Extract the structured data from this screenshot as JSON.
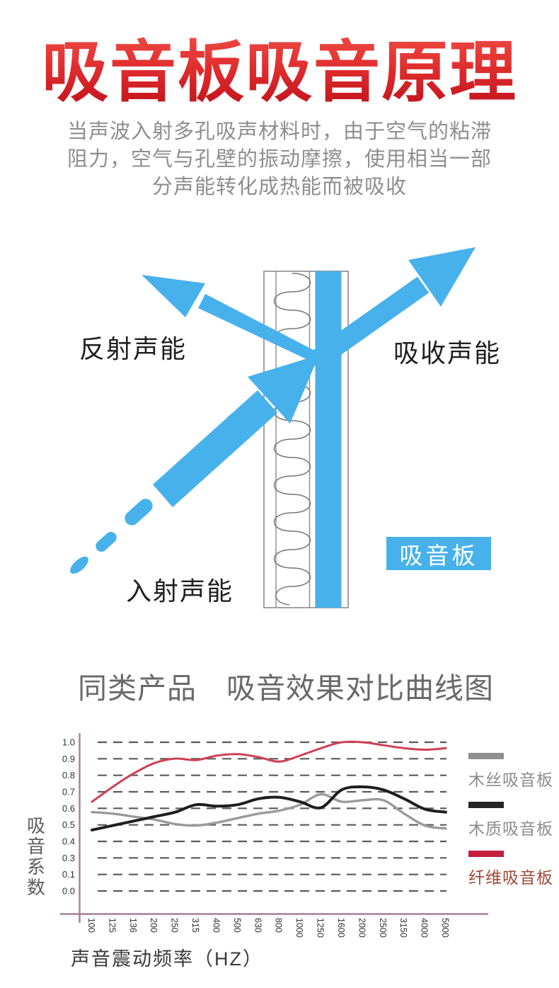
{
  "theme": {
    "arrow_blue": "#47b1ec",
    "axis_purple": "#a57e9a",
    "gridline_gray": "#5a5a5a",
    "title_red_top": "#f4574e",
    "title_red_bottom": "#bd0e18",
    "panel_border_gray": "#8a8a8a"
  },
  "header": {
    "title": "吸音板吸音原理",
    "intro": "当声波入射多孔吸声材料时，由于空气的粘滞\n阻力，空气与孔壁的振动摩擦，使用相当一部\n分声能转化成热能而被吸收"
  },
  "diagram": {
    "reflected_label": "反射声能",
    "absorbed_label": "吸收声能",
    "incident_label": "入射声能",
    "panel_badge": "吸音板"
  },
  "chart_section": {
    "title": "同类产品　吸音效果对比曲线图"
  },
  "chart_data": {
    "type": "line",
    "title": "同类产品 吸音效果对比曲线图",
    "xlabel": "声音震动频率（HZ）",
    "ylabel": "吸音系数",
    "categories": [
      "100",
      "125",
      "136",
      "200",
      "250",
      "315",
      "400",
      "500",
      "630",
      "800",
      "1000",
      "1250",
      "1600",
      "2000",
      "2500",
      "3150",
      "4000",
      "5000"
    ],
    "y_tick_labels": [
      "1.0",
      "0.9",
      "0.8",
      "0.7",
      "0.6",
      "0.5",
      "0.4",
      "0.3",
      "0.1",
      "0.0"
    ],
    "ylim": [
      0.0,
      1.0
    ],
    "grid": "horizontal-dashed",
    "legend_position": "right",
    "series": [
      {
        "name": "木丝吸音板",
        "color": "#9a9a9a",
        "swatch_color": "#8f8f8f",
        "label_color": "#8c8c8c",
        "values": [
          0.53,
          0.52,
          0.5,
          0.48,
          0.45,
          0.44,
          0.46,
          0.49,
          0.52,
          0.54,
          0.58,
          0.65,
          0.6,
          0.61,
          0.61,
          0.52,
          0.44,
          0.42
        ]
      },
      {
        "name": "木质吸音板",
        "color": "#1e1e1e",
        "swatch_color": "#262626",
        "label_color": "#8c8c8c",
        "values": [
          0.41,
          0.44,
          0.47,
          0.5,
          0.53,
          0.58,
          0.57,
          0.58,
          0.62,
          0.63,
          0.6,
          0.56,
          0.68,
          0.7,
          0.68,
          0.62,
          0.55,
          0.53
        ]
      },
      {
        "name": "纤维吸音板",
        "color": "#d04055",
        "swatch_color": "#c2203c",
        "label_color": "#a04938",
        "values": [
          0.6,
          0.7,
          0.79,
          0.86,
          0.89,
          0.88,
          0.91,
          0.92,
          0.9,
          0.87,
          0.91,
          0.96,
          1.0,
          1.0,
          0.98,
          0.96,
          0.95,
          0.96
        ]
      }
    ]
  }
}
